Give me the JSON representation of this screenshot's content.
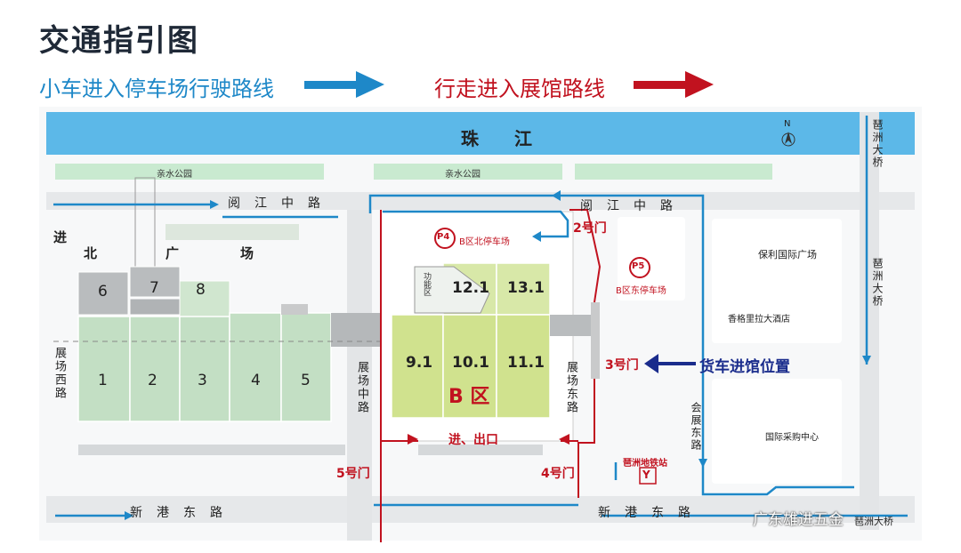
{
  "title": "交通指引图",
  "legend": {
    "car_route": "小车进入停车场行驶路线",
    "walk_route": "行走进入展馆路线",
    "car_color": "#1e88c8",
    "walk_color": "#c1121f"
  },
  "river": {
    "name": "珠　　江",
    "compass": "N"
  },
  "parks": {
    "left": "亲水公园",
    "center": "亲水公园"
  },
  "roads": {
    "yuejiang_left": "阅江中路",
    "yuejiang_right": "阅江中路",
    "xingang_left": "新港东路",
    "xingang_right": "新港东路",
    "zhanchang_west": "展场西路",
    "zhanchang_middle": "展场中路",
    "zhanchang_east": "展场东路",
    "huizhan_east": "会展东路",
    "pazhou_bridge_top": "琶洲大桥",
    "pazhou_bridge_mid": "琶洲大桥",
    "pazhou_bridge_bottom": "琶洲大桥"
  },
  "north_plaza": {
    "jin": "进",
    "bei": "北",
    "guang": "广",
    "chang": "场"
  },
  "halls": {
    "h6": "6",
    "h7": "7",
    "h8": "8",
    "h1": "1",
    "h2": "2",
    "h3": "3",
    "h4": "4",
    "h5": "5",
    "h12_1": "12.1",
    "h13_1": "13.1",
    "h9_1": "9.1",
    "h10_1": "10.1",
    "h11_1": "11.1",
    "gongneng": "功能区",
    "zone_b": "B 区"
  },
  "parking": {
    "p4": "P4",
    "p4_label": "B区北停车场",
    "p5": "P5",
    "p5_label": "B区东停车场"
  },
  "gates": {
    "gate2": "2号门",
    "gate3": "3号门",
    "gate4": "4号门",
    "gate5": "5号门",
    "entrance_exit": "进、出口",
    "truck": "货车进馆位置"
  },
  "landmarks": {
    "poly_plaza": "保利国际广场",
    "shangri_la": "香格里拉大酒店",
    "procurement": "国际采购中心",
    "metro": "琶洲地铁站",
    "metro_icon": "Y"
  },
  "watermark": "广东雄进五金"
}
